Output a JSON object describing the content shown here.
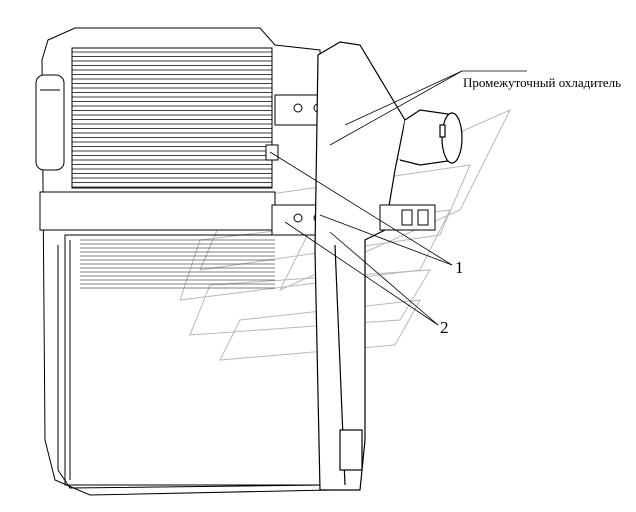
{
  "diagram": {
    "callouts": {
      "intercooler": "Промежуточный охладитель",
      "part_1": "1",
      "part_2": "2"
    },
    "colors": {
      "line": "#000000",
      "watermark": "#b0b0b0"
    }
  }
}
